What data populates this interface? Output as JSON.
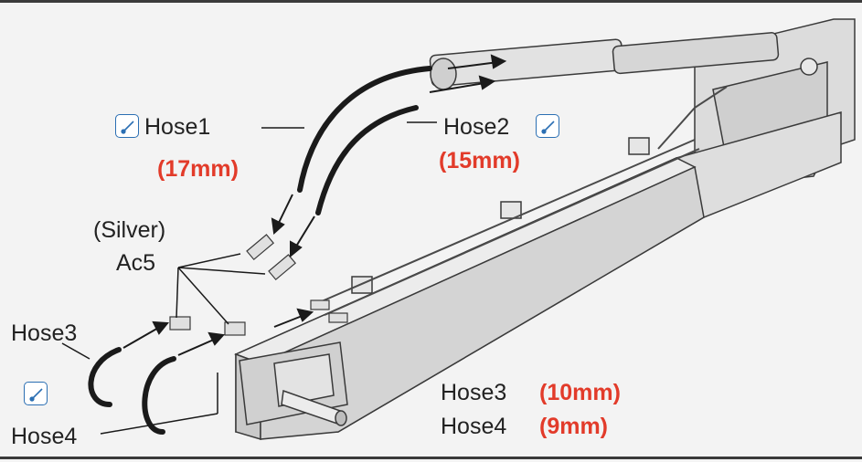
{
  "labels": {
    "hose1": "Hose1",
    "hose1_size": "(17mm)",
    "hose2": "Hose2",
    "hose2_size": "(15mm)",
    "silver": "(Silver)",
    "ac5": "Ac5",
    "hose3": "Hose3",
    "hose4": "Hose4",
    "spec_hose3": "Hose3",
    "spec_hose3_size": "(10mm)",
    "spec_hose4": "Hose4",
    "spec_hose4_size": "(9mm)"
  },
  "colors": {
    "highlight": "#e23b2a",
    "icon_border": "#2b6fb3",
    "hose": "#1a1a1a",
    "metal": "#d9d9d9"
  },
  "icons": [
    "wrench-icon",
    "wrench-icon",
    "wrench-icon"
  ]
}
